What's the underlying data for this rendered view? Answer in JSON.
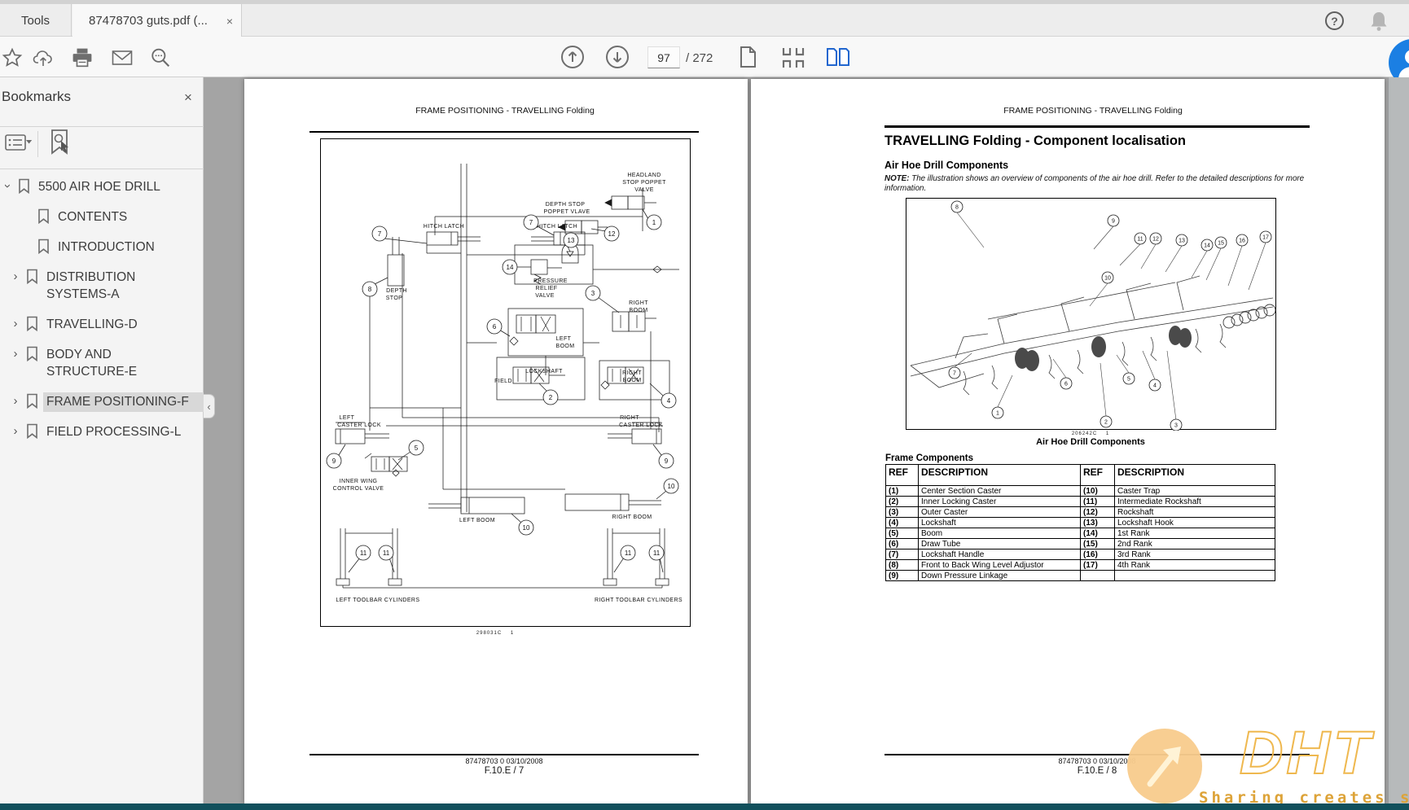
{
  "tabbar": {
    "tools": "Tools",
    "doc_title": "87478703 guts.pdf (...",
    "close": "×",
    "help": "?"
  },
  "toolbar": {
    "page_value": "97",
    "page_total": "/ 272"
  },
  "sidebar": {
    "title": "Bookmarks",
    "close": "×",
    "items": [
      {
        "label": "5500 AIR HOE DRILL"
      },
      {
        "label": "CONTENTS"
      },
      {
        "label": "INTRODUCTION"
      },
      {
        "label": "DISTRIBUTION SYSTEMS-A"
      },
      {
        "label": "TRAVELLING-D"
      },
      {
        "label": "BODY AND STRUCTURE-E"
      },
      {
        "label": "FRAME POSITIONING-F"
      },
      {
        "label": "FIELD PROCESSING-L"
      }
    ]
  },
  "left_page": {
    "header": "FRAME POSITIONING - TRAVELLING Folding",
    "figure_code": "298031C",
    "figure_code_rev": "1",
    "footer_doc": "87478703 0 03/10/2008",
    "footer_page": "F.10.E / 7",
    "schematic": {
      "labels": [
        "HITCH LATCH",
        "HITCH LATCH",
        "DEPTH STOP",
        "POPPET VLAVE",
        "HEADLAND",
        "STOP POPPET",
        "VALVE",
        "DEPTH",
        "STOP",
        "PRESSURE",
        "RELIEF",
        "VALVE",
        "LEFT",
        "BOOM",
        "RIGHT",
        "BOOM",
        "LOCKSHAFT",
        "FIELD",
        "RIGHT",
        "BOOM",
        "LEFT",
        "CASTER LOCK",
        "RIGHT",
        "CASTER LOCK",
        "INNER WING",
        "CONTROL VALVE",
        "LEFT BOOM",
        "RIGHT BOOM",
        "LEFT TOOLBAR CYLINDERS",
        "RIGHT TOOLBAR CYLINDERS"
      ],
      "callouts": [
        "7",
        "7",
        "1",
        "12",
        "13",
        "14",
        "8",
        "3",
        "6",
        "2",
        "4",
        "5",
        "9",
        "9",
        "10",
        "10",
        "11",
        "11",
        "11",
        "11"
      ]
    }
  },
  "right_page": {
    "header": "FRAME POSITIONING - TRAVELLING Folding",
    "title": "TRAVELLING Folding - Component localisation",
    "subtitle": "Air Hoe Drill Components",
    "note_label": "NOTE:",
    "note_text": " The illustration shows an overview of components of the air hoe drill.  Refer to the detailed descriptions for more information.",
    "figure_code": "206242C",
    "figure_code_rev": "1",
    "figure_caption": "Air Hoe Drill Components",
    "figure_callouts": [
      "8",
      "9",
      "11",
      "12",
      "13",
      "14",
      "15",
      "16",
      "17",
      "10",
      "7",
      "6",
      "5",
      "4",
      "1",
      "2",
      "3"
    ],
    "table_title": "Frame Components",
    "table": {
      "headers": [
        "REF",
        "DESCRIPTION",
        "REF",
        "DESCRIPTION"
      ],
      "rows": [
        [
          "(1)",
          "Center Section Caster",
          "(10)",
          "Caster Trap"
        ],
        [
          "(2)",
          "Inner Locking Caster",
          "(11)",
          "Intermediate Rockshaft"
        ],
        [
          "(3)",
          "Outer Caster",
          "(12)",
          "Rockshaft"
        ],
        [
          "(4)",
          "Lockshaft",
          "(13)",
          "Lockshaft Hook"
        ],
        [
          "(5)",
          "Boom",
          "(14)",
          "1st Rank"
        ],
        [
          "(6)",
          "Draw Tube",
          "(15)",
          "2nd Rank"
        ],
        [
          "(7)",
          "Lockshaft Handle",
          "(16)",
          "3rd Rank"
        ],
        [
          "(8)",
          "Front to Back Wing Level Adjustor",
          "(17)",
          "4th Rank"
        ],
        [
          "(9)",
          "Down Pressure Linkage",
          "",
          ""
        ]
      ]
    },
    "footer_doc": "87478703 0 03/10/2008",
    "footer_page": "F.10.E / 8"
  },
  "watermark": {
    "brand": "DHT",
    "tagline": "Sharing creates success"
  }
}
